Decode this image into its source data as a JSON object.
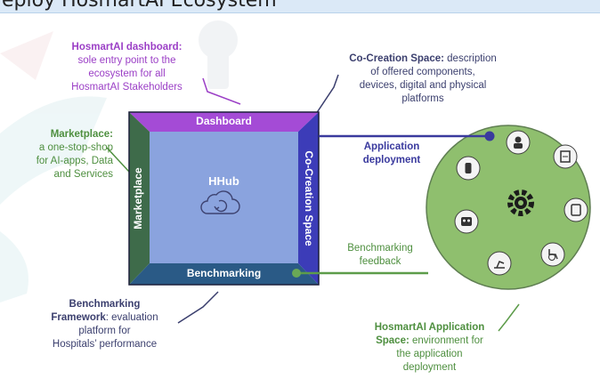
{
  "header": {
    "partial_title": "eploy HosmartAI Ecosystem"
  },
  "hub": {
    "dashboard_label": "Dashboard",
    "marketplace_label": "Marketplace",
    "cocreation_label": "Co-Creation Space",
    "benchmarking_label": "Benchmarking",
    "center_label": "HHub"
  },
  "annotations": {
    "dashboard": {
      "title": "HosmartAI dashboard:",
      "lines": [
        "sole entry point to the",
        "ecosystem for all",
        "HosmartAI Stakeholders"
      ]
    },
    "cocreation": {
      "title": "Co-Creation Space:",
      "line1_rest": " description",
      "lines": [
        "of offered components,",
        "devices, digital and physical",
        "platforms"
      ]
    },
    "marketplace": {
      "title": "Marketplace:",
      "lines": [
        "a one-stop-shop",
        "for AI-apps, Data",
        "and Services"
      ]
    },
    "app_deploy": {
      "lines": [
        "Application",
        "deployment"
      ]
    },
    "bench_feedback": {
      "lines": [
        "Benchmarking",
        "feedback"
      ]
    },
    "bench_framework": {
      "title1": "Benchmarking",
      "title2": "Framework",
      "rest2": ": evaluation",
      "lines": [
        "platform for",
        "Hospitals’ performance"
      ]
    },
    "app_space": {
      "title1": "HosmartAI Application",
      "title2": "Space:",
      "rest2": " environment for",
      "lines": [
        "the application",
        "deployment"
      ]
    }
  },
  "colors": {
    "dashboard": "#a44bd6",
    "marketplace": "#3e6b4a",
    "cocreation": "#3c3cb8",
    "benchmarking": "#2a5a86",
    "center": "#8aa3de",
    "circle": "#8fbf6e",
    "arrow_blue": "#3a3a9e",
    "arrow_green": "#5d9c4a"
  },
  "icons": [
    "gear-center-icon",
    "doctor-icon",
    "clipboard-icon",
    "tablet-icon",
    "wheelchair-icon",
    "robot-arm-icon",
    "robot-icon",
    "smartwatch-icon",
    "cloud-sync-icon"
  ]
}
